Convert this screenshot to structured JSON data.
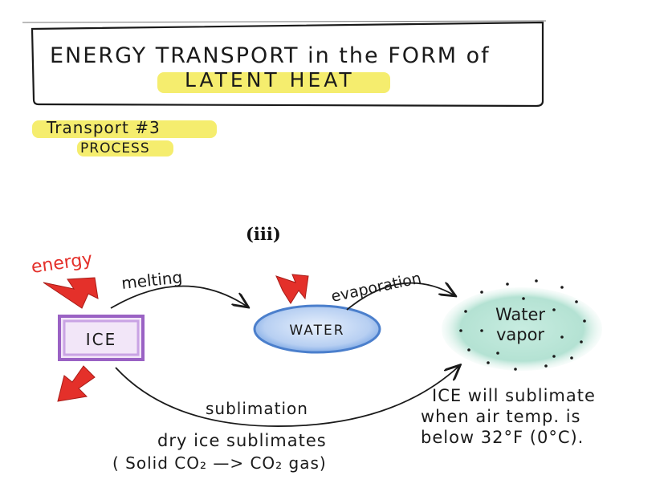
{
  "title": {
    "line1": "ENERGY TRANSPORT in the FORM of",
    "line2": "LATENT HEAT"
  },
  "subtitle": {
    "line1": "Transport #3",
    "line2": "PROCESS"
  },
  "diagram": {
    "marker": "(iii)",
    "energy_label": "energy",
    "nodes": {
      "ice": "ICE",
      "water": "WATER",
      "vapor_line1": "Water",
      "vapor_line2": "vapor"
    },
    "arrows": {
      "melting": "melting",
      "evaporation": "evaporation",
      "sublimation": "sublimation"
    },
    "notes": {
      "dry_ice_line1": "dry ice sublimates",
      "dry_ice_line2": "( Solid CO₂ —> CO₂ gas)",
      "ice_note_line1": "ICE will sublimate",
      "ice_note_line2": "when air temp. is",
      "ice_note_line3": "below 32°F (0°C)."
    }
  },
  "colors": {
    "highlight": "#f3ea55",
    "energy_red": "#e4302a",
    "ice_purple": "#b98ad6",
    "water_blue": "#8fb4e8",
    "vapor_green": "#a9dccb"
  }
}
